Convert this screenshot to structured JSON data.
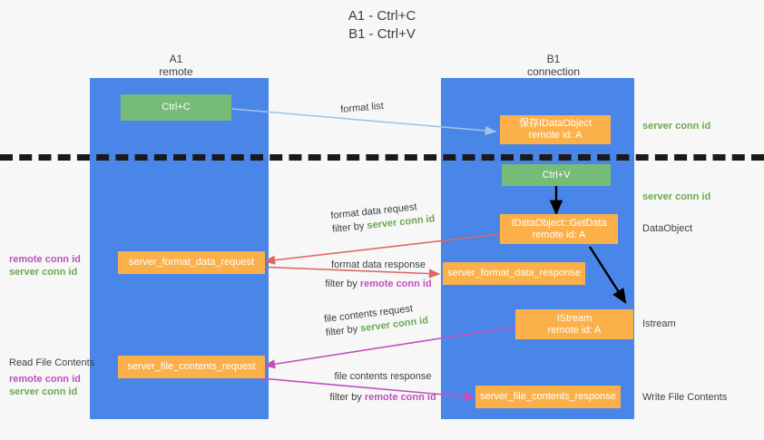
{
  "title": {
    "line1": "A1 - Ctrl+C",
    "line2": "B1 - Ctrl+V"
  },
  "columns": [
    {
      "name": "A1",
      "role": "remote"
    },
    {
      "name": "B1",
      "role": "connection"
    }
  ],
  "boxes": {
    "ctrl_c": "Ctrl+C",
    "ctrl_v": "Ctrl+V",
    "save_dataobject": {
      "line1": "保存IDataObject",
      "line2": "remote id: A"
    },
    "getdata": {
      "line1": "IDataObject::GetData",
      "line2": "remote id: A"
    },
    "istream": {
      "line1": "IStream",
      "line2": "remote id: A"
    },
    "server_format_data_request": "server_format_data_request",
    "server_format_data_response": "server_format_data_response",
    "server_file_contents_request": "server_file_contents_request",
    "server_file_contents_response": "server_file_contents_response"
  },
  "edge_labels": {
    "format_list": "format list",
    "format_data_request": {
      "line1": "format data request",
      "line2_prefix": "filter by ",
      "line2_key": "server conn id"
    },
    "format_data_response": {
      "line1": "format data response",
      "line2_prefix": "filter by ",
      "line2_key": "remote conn id"
    },
    "file_contents_request": {
      "line1": "file contents request",
      "line2_prefix": "filter by ",
      "line2_key": "server conn id"
    },
    "file_contents_response": {
      "line1": "file contents response",
      "line2_prefix": "filter by ",
      "line2_key": "remote conn id"
    }
  },
  "right_labels": {
    "server_conn_id_top": "server conn id",
    "server_conn_id_mid": "server conn id",
    "dataobject": "DataObject",
    "istream": "Istream",
    "write_file_contents": "Write File Contents"
  },
  "left_labels": {
    "remote_conn_id_upper": "remote conn id",
    "server_conn_id_upper": "server conn id",
    "read_file_contents": "Read File Contents",
    "remote_conn_id_lower": "remote conn id",
    "server_conn_id_lower": "server conn id"
  },
  "colors": {
    "lane": "#4a86e8",
    "green_box": "#76bb76",
    "orange_box": "#fbb04a",
    "server_conn_id": "#6aa84f",
    "remote_conn_id": "#c050c0",
    "arrow_blue": "#9fc5e8",
    "arrow_red": "#e06666",
    "arrow_magenta": "#c050c0",
    "arrow_black": "#000000",
    "divider": "#1a1a1a",
    "background": "#f7f7f7"
  }
}
